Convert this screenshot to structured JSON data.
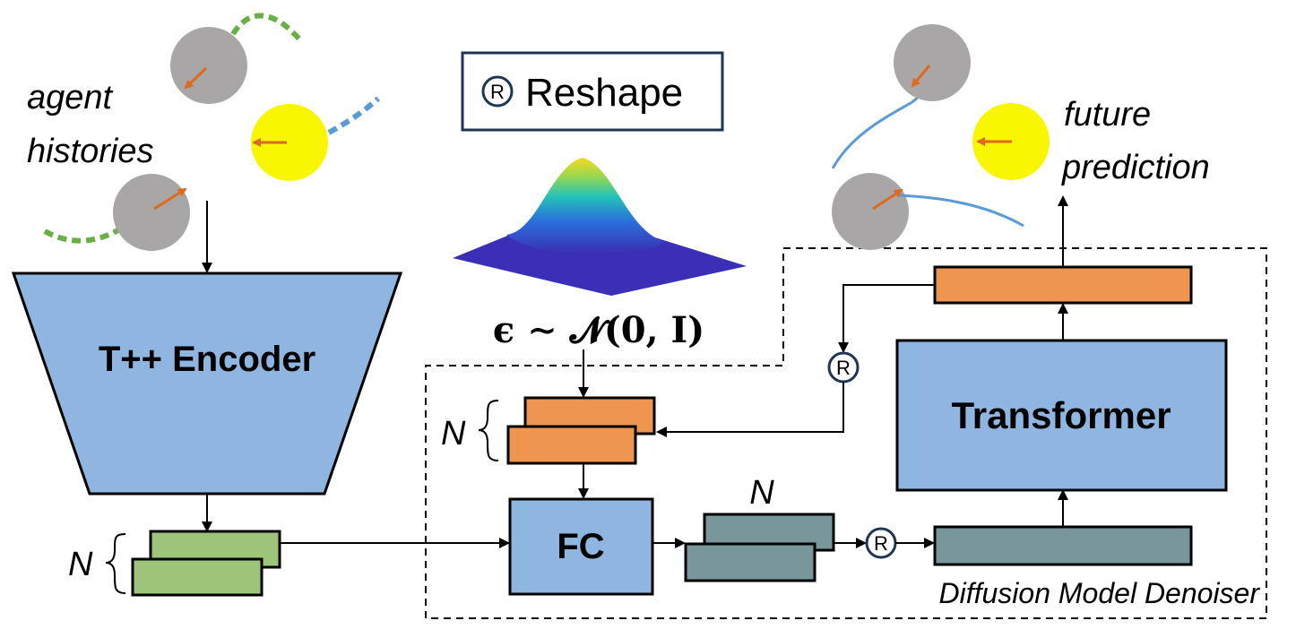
{
  "legend": {
    "symbol": "R",
    "text": "Reshape"
  },
  "labels": {
    "agent_line1": "agent",
    "agent_line2": "histories",
    "future_line1": "future",
    "future_line2": "prediction",
    "encoder": "T++ Encoder",
    "transformer": "Transformer",
    "fc": "FC",
    "noise": "ϵ ∼ 𝓝(0, I)",
    "denoiser": "Diffusion Model Denoiser",
    "n_encoder": "N",
    "n_noise": "N",
    "n_fc_out": "N",
    "reshape_symbol": "R"
  },
  "colors": {
    "encoder_fill": "#8eb6e0",
    "green_fill": "#9cc57a",
    "orange_fill": "#ee9550",
    "teal_fill": "#79969a",
    "agent_gray": "#a8a6a6",
    "agent_yellow": "#f8f600",
    "arrow_orange": "#dd6a1e",
    "trail_green": "#6aaf45",
    "trail_blue": "#5b9bd5",
    "trail_future": "#5b9bd5",
    "legend_border": "#1e3554"
  },
  "icons": {
    "gaussian": "gaussian-surface-icon",
    "agent": "agent-circle-icon"
  }
}
